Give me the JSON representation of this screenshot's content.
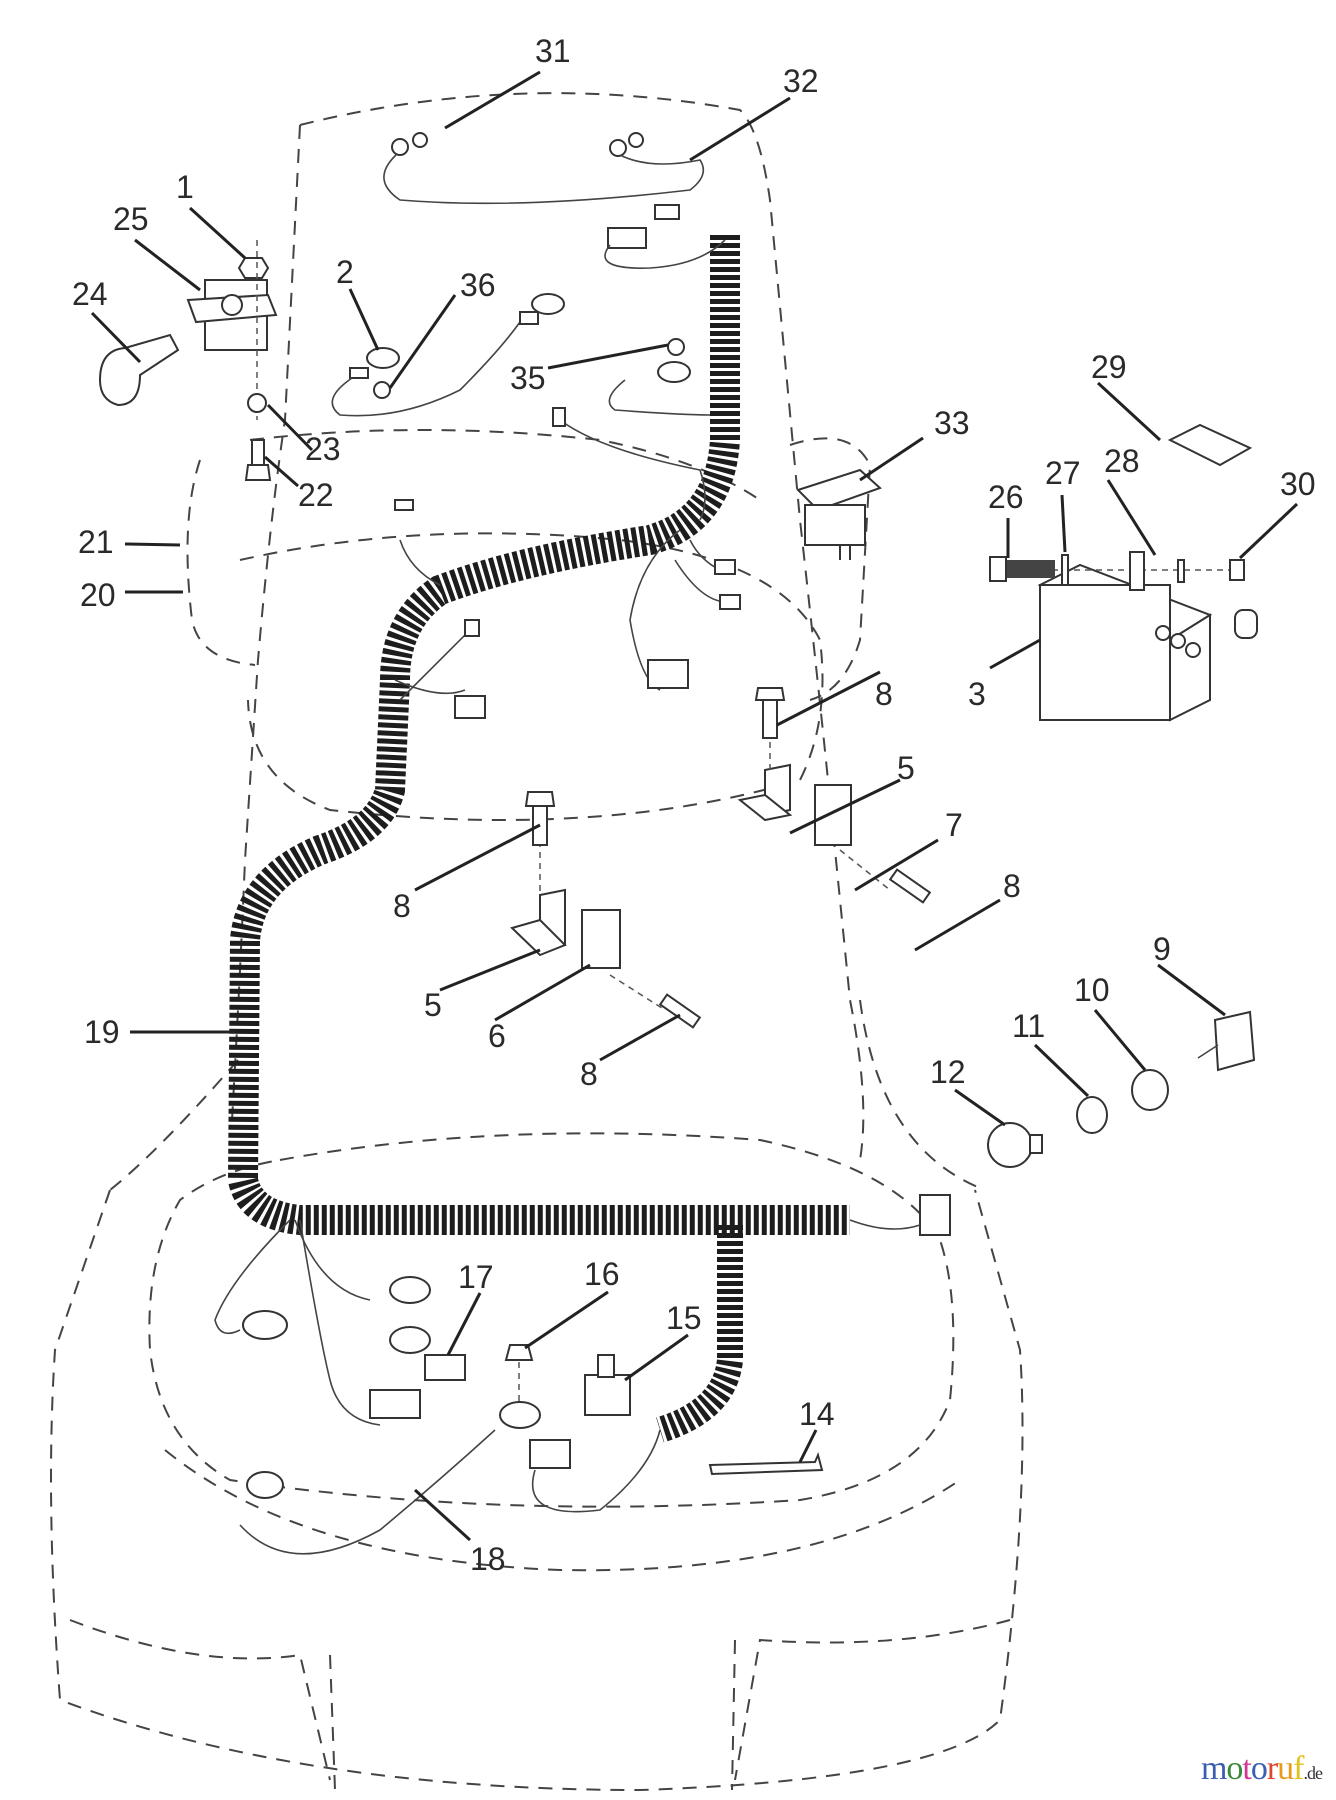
{
  "diagram": {
    "title": "Electrical system parts diagram (lawn tractor wiring harness)",
    "callouts": [
      {
        "id": "c31",
        "label": "31",
        "part": "bulb"
      },
      {
        "id": "c32",
        "label": "32",
        "part": "headlight-harness"
      },
      {
        "id": "c1",
        "label": "1",
        "part": "nut"
      },
      {
        "id": "c25",
        "label": "25",
        "part": "solenoid"
      },
      {
        "id": "c24",
        "label": "24",
        "part": "terminal-boot"
      },
      {
        "id": "c2",
        "label": "2",
        "part": "ground-wire"
      },
      {
        "id": "c36",
        "label": "36",
        "part": "star-washer"
      },
      {
        "id": "c35",
        "label": "35",
        "part": "star-washer"
      },
      {
        "id": "c23",
        "label": "23",
        "part": "star-washer"
      },
      {
        "id": "c22",
        "label": "22",
        "part": "screw"
      },
      {
        "id": "c21",
        "label": "21",
        "part": "washer"
      },
      {
        "id": "c20",
        "label": "20",
        "part": "nut"
      },
      {
        "id": "c33",
        "label": "33",
        "part": "light-switch"
      },
      {
        "id": "c29",
        "label": "29",
        "part": "battery-cover"
      },
      {
        "id": "c26",
        "label": "26",
        "part": "bolt"
      },
      {
        "id": "c27",
        "label": "27",
        "part": "washer"
      },
      {
        "id": "c28",
        "label": "28",
        "part": "lock-washer"
      },
      {
        "id": "c30",
        "label": "30",
        "part": "nut"
      },
      {
        "id": "c3",
        "label": "3",
        "part": "battery"
      },
      {
        "id": "c8a",
        "label": "8",
        "part": "screw"
      },
      {
        "id": "c5a",
        "label": "5",
        "part": "bracket"
      },
      {
        "id": "c7",
        "label": "7",
        "part": "interlock-switch"
      },
      {
        "id": "c8b",
        "label": "8",
        "part": "screw"
      },
      {
        "id": "c8c",
        "label": "8",
        "part": "screw"
      },
      {
        "id": "c9",
        "label": "9",
        "part": "key"
      },
      {
        "id": "c10",
        "label": "10",
        "part": "bezel"
      },
      {
        "id": "c11",
        "label": "11",
        "part": "nut"
      },
      {
        "id": "c12",
        "label": "12",
        "part": "ignition-switch"
      },
      {
        "id": "c5b",
        "label": "5",
        "part": "bracket"
      },
      {
        "id": "c6",
        "label": "6",
        "part": "interlock-switch"
      },
      {
        "id": "c8d",
        "label": "8",
        "part": "screw"
      },
      {
        "id": "c19",
        "label": "19",
        "part": "wiring-harness"
      },
      {
        "id": "c17",
        "label": "17",
        "part": "fuse"
      },
      {
        "id": "c16",
        "label": "16",
        "part": "nut"
      },
      {
        "id": "c15",
        "label": "15",
        "part": "seat-switch"
      },
      {
        "id": "c14",
        "label": "14",
        "part": "cable-tie"
      },
      {
        "id": "c18",
        "label": "18",
        "part": "ground-wire"
      }
    ]
  },
  "watermark": {
    "letters": [
      "m",
      "o",
      "t",
      "o",
      "r",
      "u",
      "f"
    ],
    "colors": [
      "#3b5fb0",
      "#3b8a3b",
      "#d2388f",
      "#3b5fb0",
      "#e0462f",
      "#e89a1c",
      "#e3c21b"
    ],
    "domain_suffix": ".de"
  }
}
